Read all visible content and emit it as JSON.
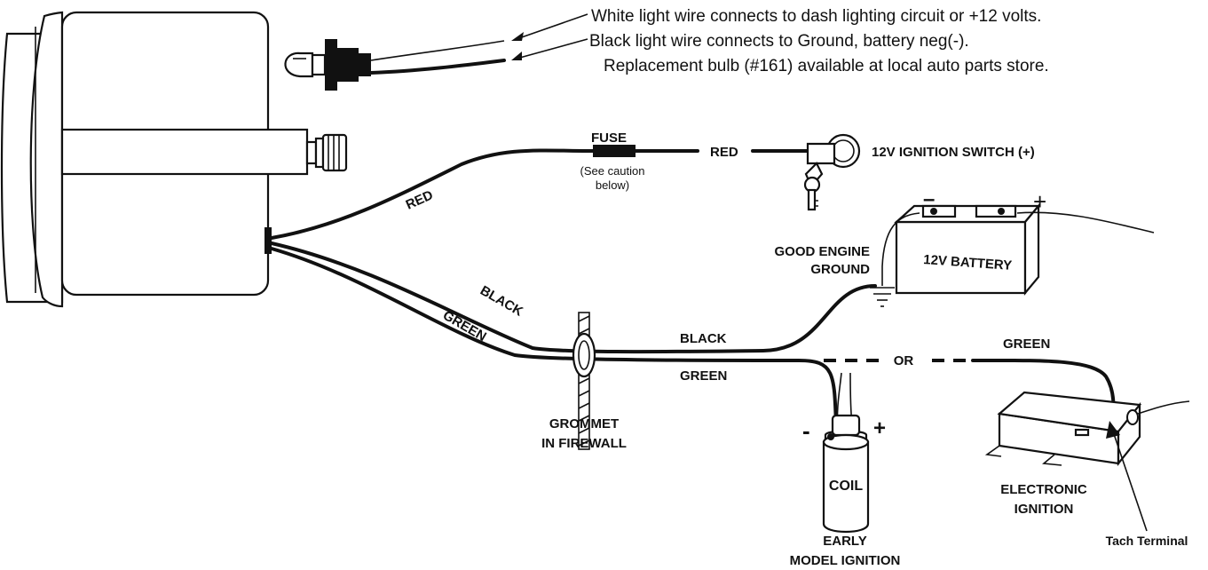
{
  "notes": {
    "white_wire": "White light wire connects to dash lighting circuit or +12 volts.",
    "black_wire": "Black light wire connects to Ground, battery neg(-).",
    "bulb": "Replacement bulb (#161) available at local auto parts store."
  },
  "labels": {
    "fuse": "FUSE",
    "fuse_caution_1": "(See caution",
    "fuse_caution_2": "below)",
    "red_wire_1": "RED",
    "red_wire_2": "RED",
    "ignition_switch": "12V IGNITION SWITCH (+)",
    "battery": "12V BATTERY",
    "battery_neg": "–",
    "battery_pos": "+",
    "engine_ground_1": "GOOD  ENGINE",
    "engine_ground_2": "GROUND",
    "black_diag": "BLACK",
    "green_diag": "GREEN",
    "black_wire": "BLACK",
    "green_wire": "GREEN",
    "or": "OR",
    "green_electronic": "GREEN",
    "grommet_1": "GROMMET",
    "grommet_2": "IN FIREWALL",
    "coil": "COIL",
    "coil_neg": "-",
    "coil_pos": "+",
    "early_1": "EARLY",
    "early_2": "MODEL IGNITION",
    "electronic_1": "ELECTRONIC",
    "electronic_2": "IGNITION",
    "tach_terminal": "Tach Terminal"
  }
}
